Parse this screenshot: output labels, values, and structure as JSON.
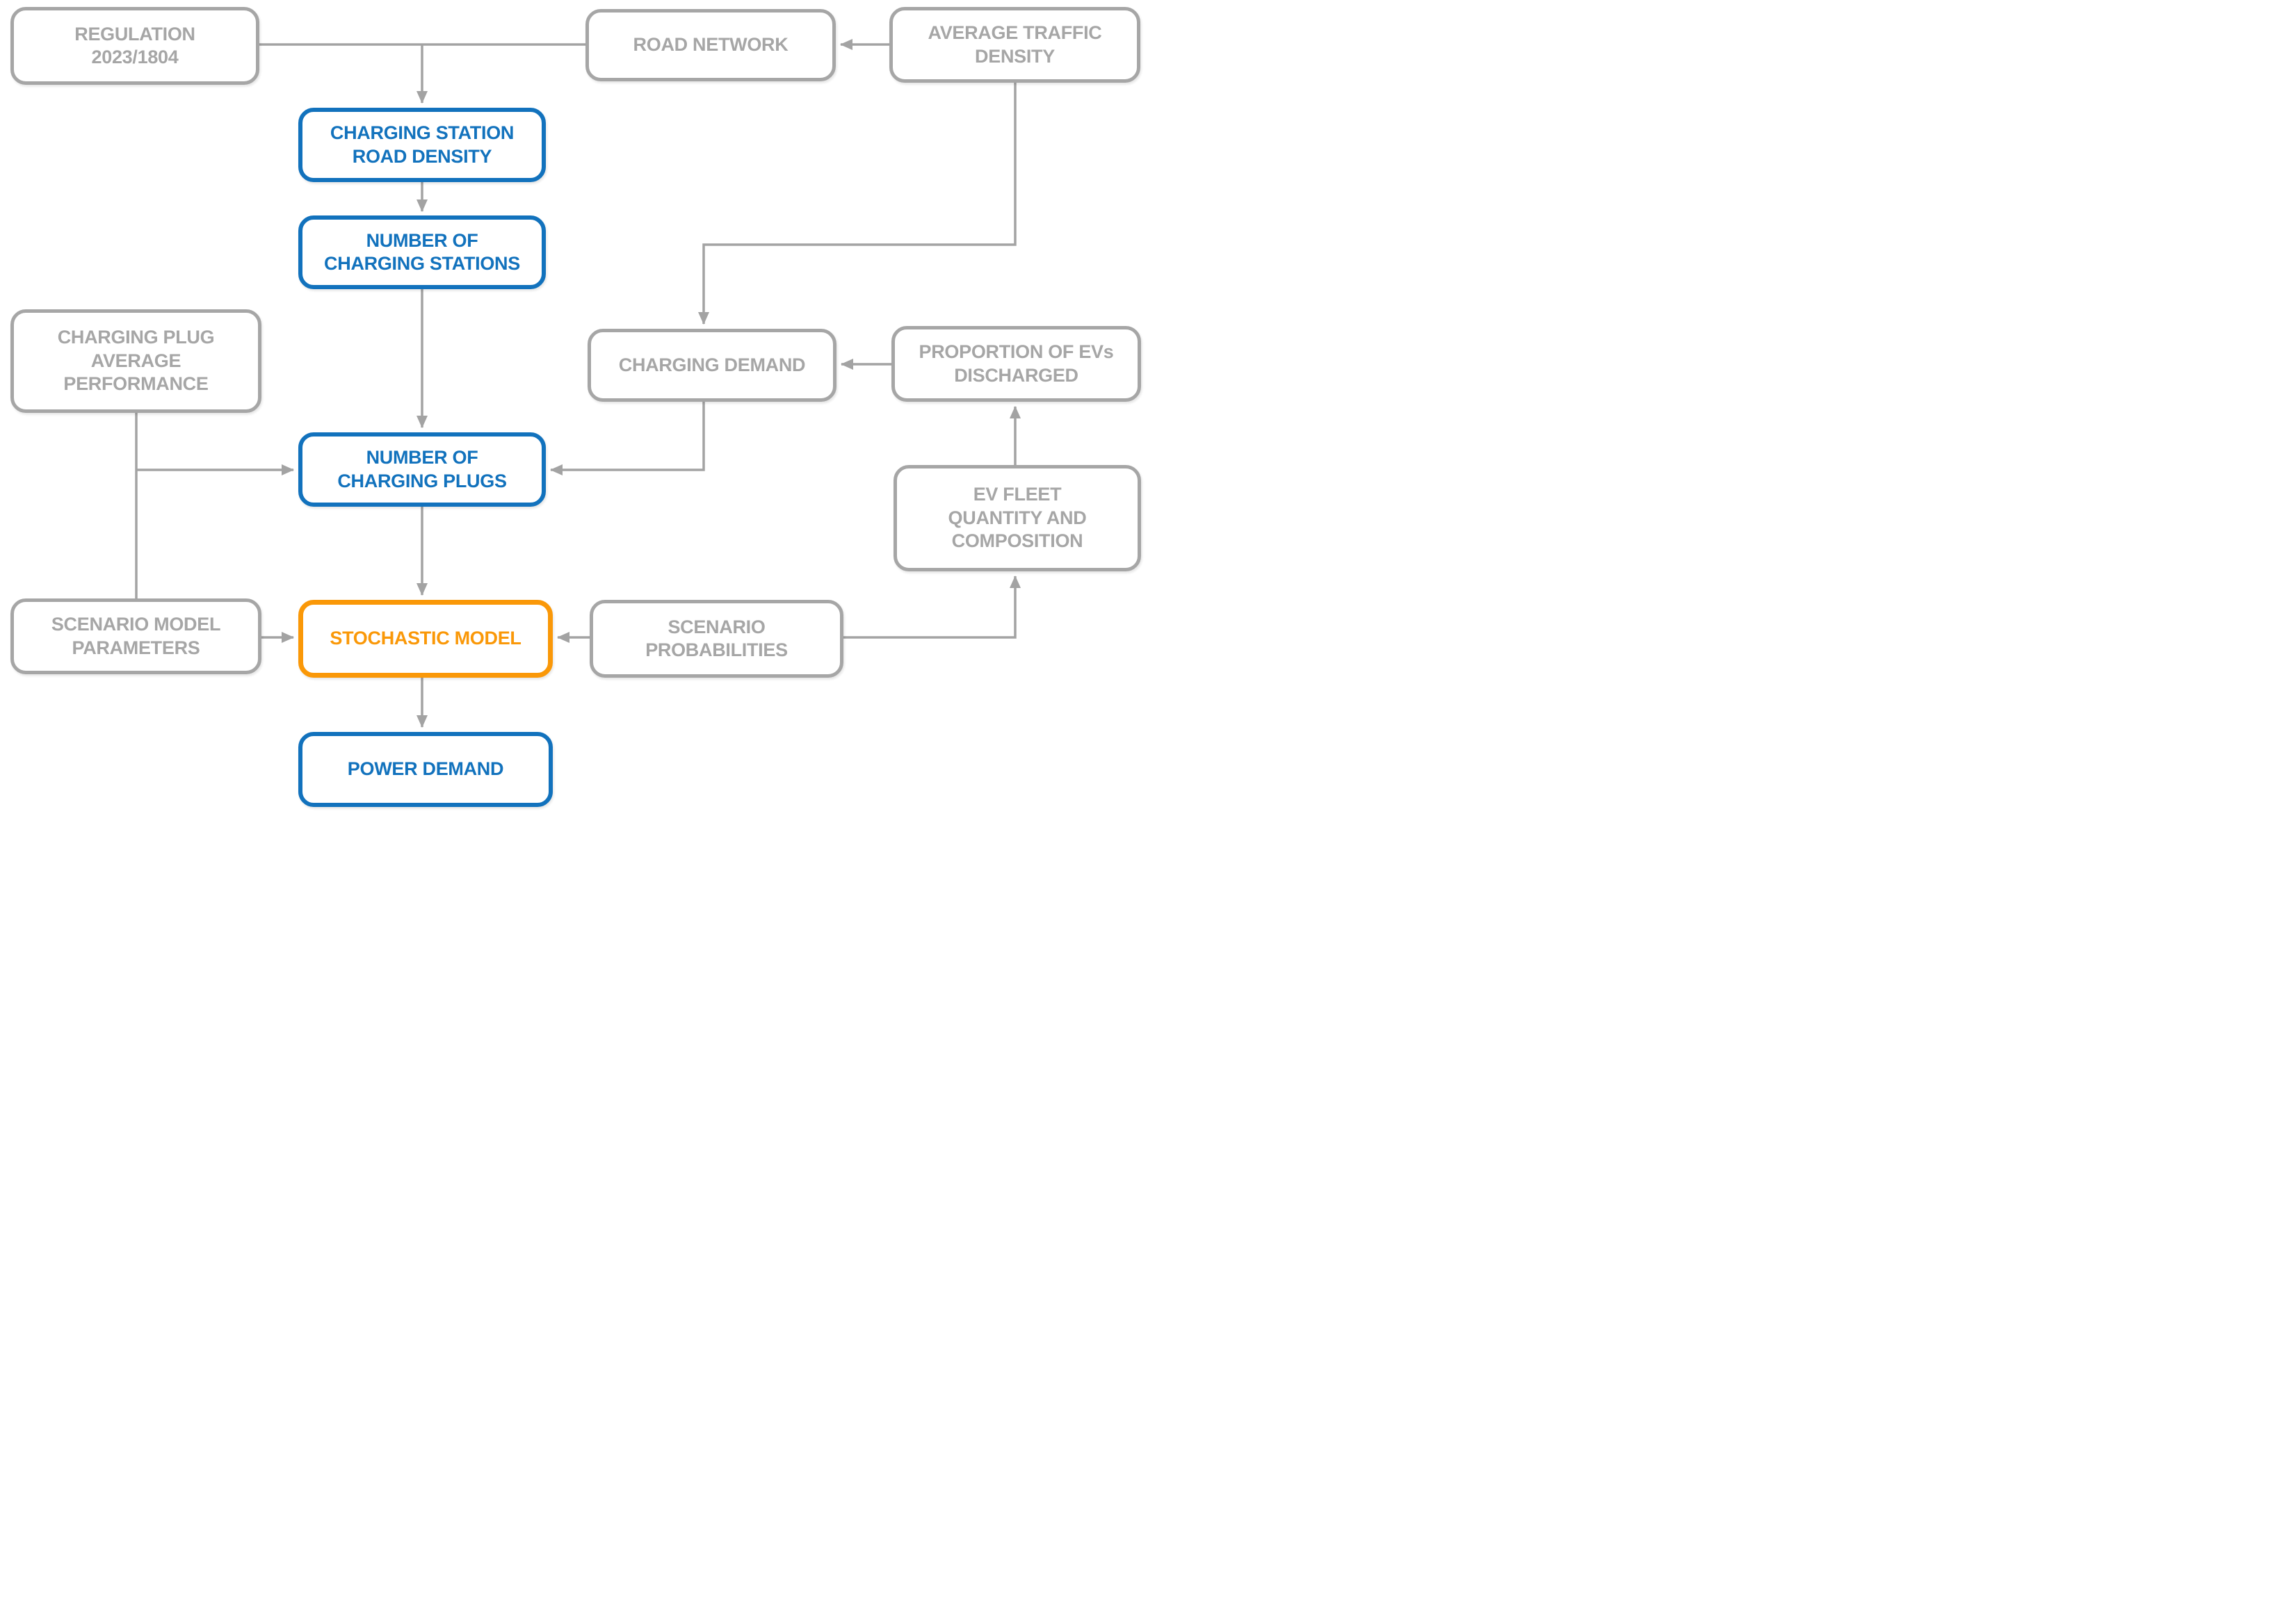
{
  "diagram": {
    "colors": {
      "gray": "#a6a6a6",
      "blue": "#1272bd",
      "orange": "#fa9808",
      "line": "#a3a3a3",
      "background": "#ffffff"
    },
    "nodes": [
      {
        "id": "regulation",
        "label": "REGULATION\n2023/1804",
        "variant": "gray"
      },
      {
        "id": "road-network",
        "label": "ROAD NETWORK",
        "variant": "gray"
      },
      {
        "id": "average-traffic-density",
        "label": "AVERAGE TRAFFIC\nDENSITY",
        "variant": "gray"
      },
      {
        "id": "charging-station-road-density",
        "label": "CHARGING STATION\nROAD DENSITY",
        "variant": "blue"
      },
      {
        "id": "number-of-charging-stations",
        "label": "NUMBER OF\nCHARGING STATIONS",
        "variant": "blue"
      },
      {
        "id": "charging-plug-average-performance",
        "label": "CHARGING PLUG\nAVERAGE\nPERFORMANCE",
        "variant": "gray"
      },
      {
        "id": "charging-demand",
        "label": "CHARGING DEMAND",
        "variant": "gray"
      },
      {
        "id": "proportion-of-evs-discharged",
        "label": "PROPORTION OF EVs\nDISCHARGED",
        "variant": "gray"
      },
      {
        "id": "number-of-charging-plugs",
        "label": "NUMBER OF\nCHARGING PLUGS",
        "variant": "blue"
      },
      {
        "id": "ev-fleet-quantity-and-composition",
        "label": "EV FLEET\nQUANTITY AND\nCOMPOSITION",
        "variant": "gray"
      },
      {
        "id": "scenario-model-parameters",
        "label": "SCENARIO MODEL\nPARAMETERS",
        "variant": "gray"
      },
      {
        "id": "stochastic-model",
        "label": "STOCHASTIC MODEL",
        "variant": "orange"
      },
      {
        "id": "scenario-probabilities",
        "label": "SCENARIO\nPROBABILITIES",
        "variant": "gray"
      },
      {
        "id": "power-demand",
        "label": "POWER DEMAND",
        "variant": "blue"
      }
    ],
    "edges": [
      {
        "from": "regulation",
        "to": "road-network",
        "arrow": false
      },
      {
        "from": "regulation-road-junction",
        "to": "charging-station-road-density",
        "arrow": true
      },
      {
        "from": "average-traffic-density",
        "to": "road-network",
        "arrow": true
      },
      {
        "from": "charging-station-road-density",
        "to": "number-of-charging-stations",
        "arrow": true
      },
      {
        "from": "number-of-charging-stations",
        "to": "number-of-charging-plugs",
        "arrow": true
      },
      {
        "from": "average-traffic-density",
        "to": "charging-demand",
        "arrow": true
      },
      {
        "from": "proportion-of-evs-discharged",
        "to": "charging-demand",
        "arrow": true
      },
      {
        "from": "charging-demand",
        "to": "number-of-charging-plugs",
        "arrow": true
      },
      {
        "from": "charging-plug-average-performance",
        "to": "scenario-model-parameters",
        "arrow": false
      },
      {
        "from": "charging-plug-average-performance",
        "to": "number-of-charging-plugs",
        "arrow": true
      },
      {
        "from": "number-of-charging-plugs",
        "to": "stochastic-model",
        "arrow": true
      },
      {
        "from": "scenario-model-parameters",
        "to": "stochastic-model",
        "arrow": true
      },
      {
        "from": "scenario-probabilities",
        "to": "stochastic-model",
        "arrow": true
      },
      {
        "from": "scenario-probabilities",
        "to": "ev-fleet-quantity-and-composition",
        "arrow": true
      },
      {
        "from": "ev-fleet-quantity-and-composition",
        "to": "proportion-of-evs-discharged",
        "arrow": true
      },
      {
        "from": "stochastic-model",
        "to": "power-demand",
        "arrow": true
      }
    ]
  }
}
